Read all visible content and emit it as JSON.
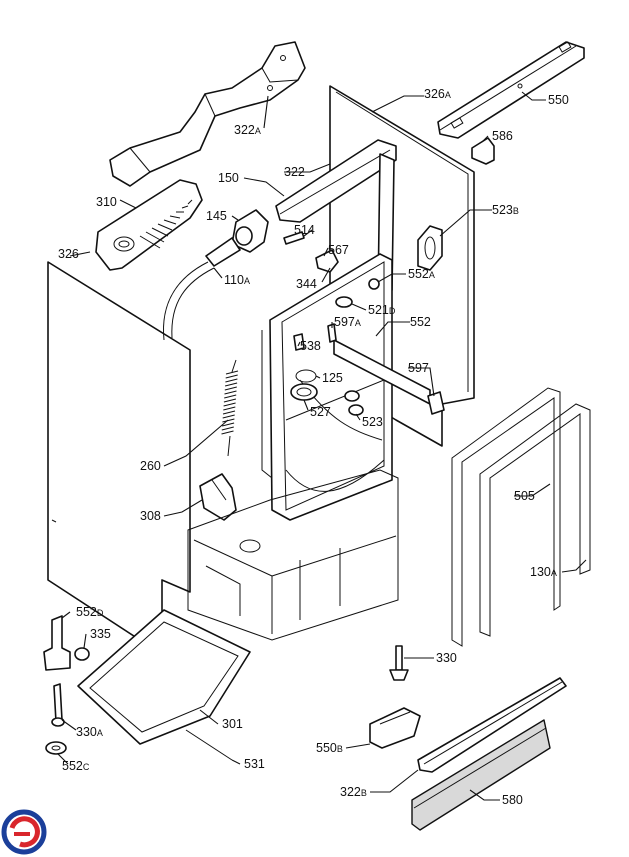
{
  "parts": [
    {
      "num": "322",
      "suffix": "A"
    },
    {
      "num": "326",
      "suffix": "A"
    },
    {
      "num": "550",
      "suffix": ""
    },
    {
      "num": "586",
      "suffix": ""
    },
    {
      "num": "310",
      "suffix": ""
    },
    {
      "num": "150",
      "suffix": ""
    },
    {
      "num": "322",
      "suffix": ""
    },
    {
      "num": "145",
      "suffix": ""
    },
    {
      "num": "514",
      "suffix": ""
    },
    {
      "num": "567",
      "suffix": ""
    },
    {
      "num": "523",
      "suffix": "B"
    },
    {
      "num": "326",
      "suffix": ""
    },
    {
      "num": "110",
      "suffix": "A"
    },
    {
      "num": "344",
      "suffix": ""
    },
    {
      "num": "552",
      "suffix": "A"
    },
    {
      "num": "521",
      "suffix": "D"
    },
    {
      "num": "597",
      "suffix": "A"
    },
    {
      "num": "552",
      "suffix": ""
    },
    {
      "num": "538",
      "suffix": ""
    },
    {
      "num": "125",
      "suffix": ""
    },
    {
      "num": "597",
      "suffix": ""
    },
    {
      "num": "527",
      "suffix": ""
    },
    {
      "num": "523",
      "suffix": ""
    },
    {
      "num": "260",
      "suffix": ""
    },
    {
      "num": "505",
      "suffix": ""
    },
    {
      "num": "308",
      "suffix": ""
    },
    {
      "num": "130",
      "suffix": "A"
    },
    {
      "num": "552",
      "suffix": "D"
    },
    {
      "num": "335",
      "suffix": ""
    },
    {
      "num": "330",
      "suffix": ""
    },
    {
      "num": "301",
      "suffix": ""
    },
    {
      "num": "330",
      "suffix": "A"
    },
    {
      "num": "550",
      "suffix": "B"
    },
    {
      "num": "531",
      "suffix": ""
    },
    {
      "num": "552",
      "suffix": "C"
    },
    {
      "num": "322",
      "suffix": "B"
    },
    {
      "num": "580",
      "suffix": ""
    }
  ],
  "colors": {
    "line": "#111111",
    "logo_blue": "#1b3f9a",
    "logo_red": "#d9262c"
  }
}
